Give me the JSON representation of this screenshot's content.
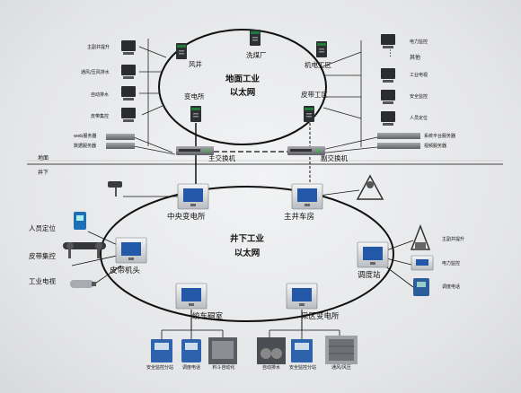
{
  "surface": {
    "ring_label_line1": "地面工业",
    "ring_label_line2": "以太网",
    "nodes": [
      "风井",
      "洗煤厂",
      "机电工区",
      "变电所",
      "皮带工区"
    ],
    "left_devices": [
      "主副井提升",
      "通风/压风排水",
      "自动排水",
      "皮带集控",
      "web服务器",
      "数据服务器"
    ],
    "right_devices": [
      "电力监控",
      "其他",
      "工业电视",
      "安全监控",
      "人员定位",
      "系统平台服务器",
      "视频服务器"
    ],
    "ellipsis": "⋮"
  },
  "switches": {
    "main": "主交换机",
    "backup": "副交换机"
  },
  "boundary": {
    "ground": "地面",
    "underground": "井下"
  },
  "underground": {
    "ring_label_line1": "井下工业",
    "ring_label_line2": "以太网",
    "nodes": [
      "中央变电所",
      "主井车房",
      "皮带机头",
      "调度站",
      "绞车硐室",
      "采区变电所"
    ],
    "left_side": [
      "人员定位",
      "皮带集控",
      "工业电视"
    ],
    "right_side": [
      "主副井提升",
      "电力监控",
      "调度电话"
    ],
    "bottom_left": [
      "安全监控分站",
      "调度电话",
      "料斗自动化"
    ],
    "bottom_right": [
      "自动排水",
      "安全监控分站",
      "通风/风压"
    ]
  },
  "colors": {
    "line": "#111111",
    "switch": "#1f7a3c",
    "station_blue": "#2357a8",
    "server": "#8a8c90"
  }
}
